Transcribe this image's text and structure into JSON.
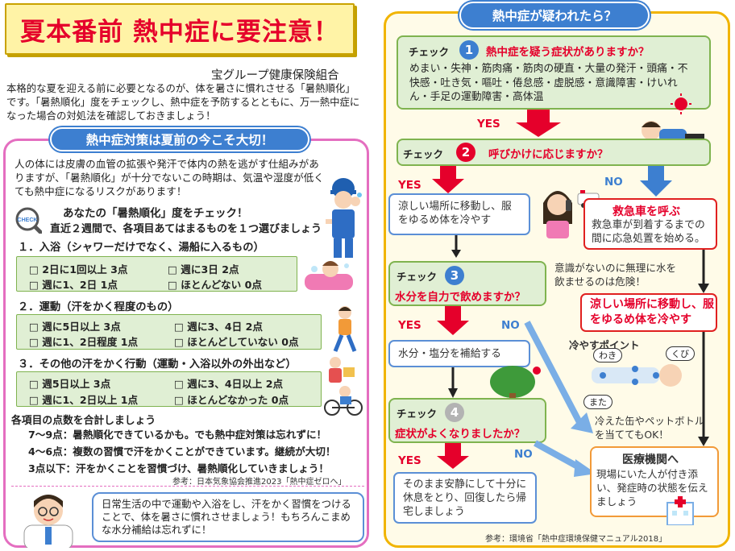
{
  "title": "夏本番前 熱中症に要注意！",
  "org": "宝グループ健康保険組合",
  "intro": "本格的な夏を迎える前に必要となるのが、体を暑さに慣れさせる「暑熱順化」です。「暑熱順化」度をチェックし、熱中症を予防するとともに、万一熱中症になった場合の対処法を確認しておきましょう！",
  "left": {
    "header": "熱中症対策は夏前の今こそ大切！",
    "body": "人の体には皮膚の血管の拡張や発汗で体内の熱を逃がす仕組みがありますが、「暑熱順化」が十分でないこの時期は、気温や湿度が低くても熱中症になるリスクがあります！",
    "check_icon_text": "CHECK",
    "check_title": "あなたの「暑熱順化」度をチェック！",
    "check_sub": "直近２週間で、各項目あてはまるものを１つ選びましょう",
    "sections": [
      {
        "title": "１．入浴（シャワーだけでなく、湯船に入るもの）",
        "opts": [
          "□ 2日に1回以上 3点",
          "□ 週に3日 2点",
          "□ 週に1、2日 1点",
          "□ ほとんどない 0点"
        ]
      },
      {
        "title": "２．運動（汗をかく程度のもの）",
        "opts": [
          "□ 週に5日以上 3点",
          "□ 週に3、4日 2点",
          "□ 週に1、2日程度 1点",
          "□ ほとんどしていない 0点"
        ]
      },
      {
        "title": "３．その他の汗をかく行動（運動・入浴以外の外出など）",
        "opts": [
          "□ 週5日以上 3点",
          "□ 週に3、4日以上 2点",
          "□ 週に1、2日以上 1点",
          "□ ほとんどなかった 0点"
        ]
      }
    ],
    "tally_title": "各項目の点数を合計しましょう",
    "results": [
      "7～9点：暑熱順化できているかも。でも熱中症対策は忘れずに！",
      "4～6点：複数の習慣で汗をかくことができています。継続が大切！",
      "3点以下：汗をかくことを習慣づけ、暑熱順化していきましょう！"
    ],
    "ref": "参考：日本気象協会推進2023「熱中症ゼロへ」",
    "bubble": "日常生活の中で運動や入浴をし、汗をかく習慣をつけることで、体を暑さに慣れさせましょう！もちろんこまめな水分補給は忘れずに！"
  },
  "right": {
    "header": "熱中症が疑われたら？",
    "check_label": "チェック",
    "check1": {
      "num": "1",
      "q": "熱中症を疑う症状がありますか？",
      "symptoms": "めまい・失神・筋肉痛・筋肉の硬直・大量の発汗・頭痛・不快感・吐き気・嘔吐・倦怠感・虚脱感・意識障害・けいれん・手足の運動障害・高体温"
    },
    "yes": "YES",
    "no": "NO",
    "check2": {
      "num": "2",
      "q": "呼びかけに応じますか？"
    },
    "cool_move": "涼しい場所に移動し、服をゆるめ体を冷やす",
    "ambulance_title": "救急車を呼ぶ",
    "ambulance_body": "救急車が到着するまでの間に応急処置を始める。",
    "check3": {
      "num": "3",
      "q": "水分を自力で飲めますか？"
    },
    "warning": "意識がないのに無理に水を飲ませるのは危険！",
    "cool_move2": "涼しい場所に移動し、服をゆるめ体を冷やす",
    "hydrate": "水分・塩分を補給する",
    "cooling_points": "冷やすポイント",
    "waki": "わき",
    "kubi": "くび",
    "mata": "また",
    "cooling_note": "冷えた缶やペットボトルを当ててもOK！",
    "check4": {
      "num": "4",
      "q": "症状がよくなりましたか？"
    },
    "rest": "そのまま安静にして十分に休息をとり、回復したら帰宅しましょう",
    "hospital_title": "医療機関へ",
    "hospital_body": "現場にいた人が付き添い、発症時の状態を伝えましょう",
    "ref": "参考：環境省「熱中症環境保健マニュアル2018」"
  },
  "colors": {
    "red": "#e5002b",
    "blue": "#3d7fd0",
    "green_bg": "#e0efd4",
    "pink_border": "#e46ec0",
    "yellow_border": "#f1b400"
  }
}
